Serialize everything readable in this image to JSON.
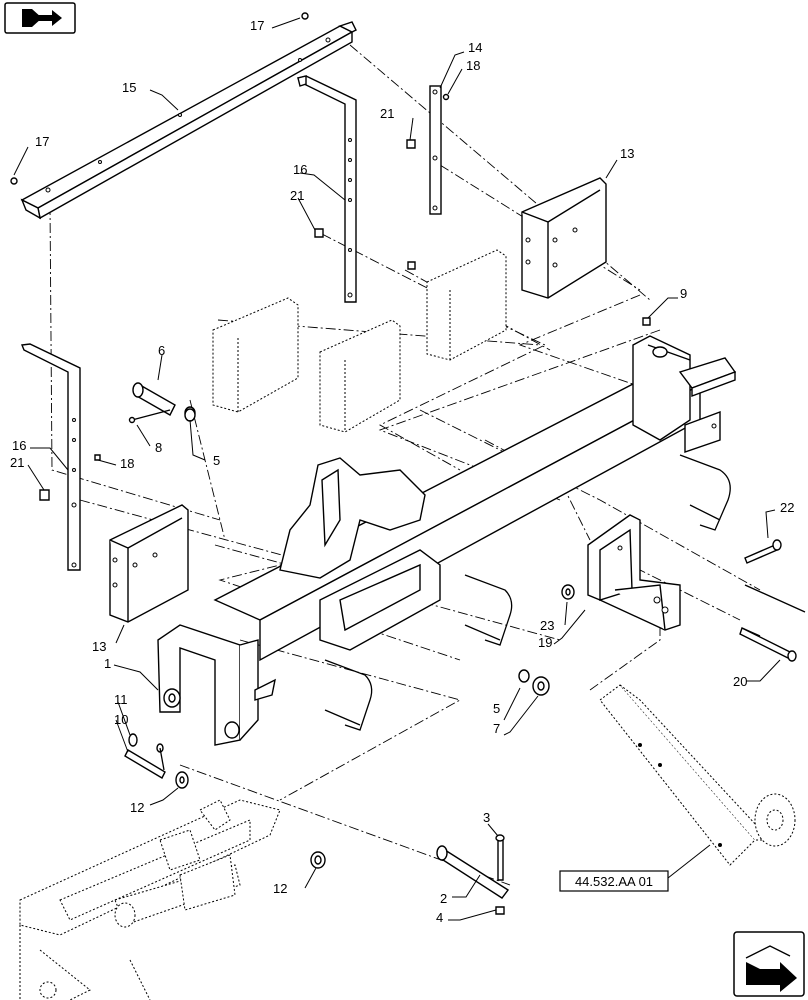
{
  "callouts": [
    {
      "id": "c1",
      "text": "1"
    },
    {
      "id": "c2",
      "text": "2"
    },
    {
      "id": "c3",
      "text": "3"
    },
    {
      "id": "c4",
      "text": "4"
    },
    {
      "id": "c5a",
      "text": "5"
    },
    {
      "id": "c5b",
      "text": "5"
    },
    {
      "id": "c6",
      "text": "6"
    },
    {
      "id": "c7",
      "text": "7"
    },
    {
      "id": "c8",
      "text": "8"
    },
    {
      "id": "c9",
      "text": "9"
    },
    {
      "id": "c10",
      "text": "10"
    },
    {
      "id": "c11",
      "text": "11"
    },
    {
      "id": "c12a",
      "text": "12"
    },
    {
      "id": "c12b",
      "text": "12"
    },
    {
      "id": "c13a",
      "text": "13"
    },
    {
      "id": "c13b",
      "text": "13"
    },
    {
      "id": "c14",
      "text": "14"
    },
    {
      "id": "c15",
      "text": "15"
    },
    {
      "id": "c16a",
      "text": "16"
    },
    {
      "id": "c16b",
      "text": "16"
    },
    {
      "id": "c17a",
      "text": "17"
    },
    {
      "id": "c17b",
      "text": "17"
    },
    {
      "id": "c18a",
      "text": "18"
    },
    {
      "id": "c18b",
      "text": "18"
    },
    {
      "id": "c19",
      "text": "19"
    },
    {
      "id": "c20",
      "text": "20"
    },
    {
      "id": "c21a",
      "text": "21"
    },
    {
      "id": "c21b",
      "text": "21"
    },
    {
      "id": "c21c",
      "text": "21"
    },
    {
      "id": "c22",
      "text": "22"
    },
    {
      "id": "c23",
      "text": "23"
    }
  ],
  "reference": {
    "text": "44.532.AA 01"
  },
  "icons": {
    "top_left": "view-direction-icon",
    "bottom_right": "next-page-arrow-icon"
  }
}
